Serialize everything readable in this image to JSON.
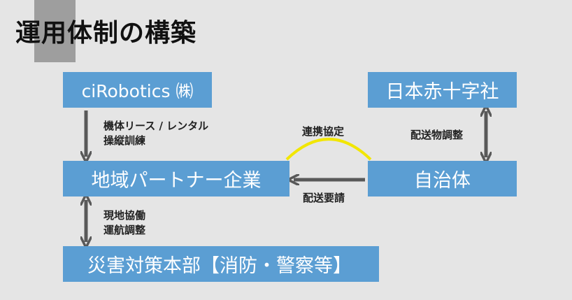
{
  "title": "運用体制の構築",
  "nodes": {
    "cirobotics": "ciRobotics ㈱",
    "redcross": "日本赤十字社",
    "partner": "地域パートナー企業",
    "city": "自治体",
    "hq": "災害対策本部【消防・警察等】"
  },
  "edges": {
    "lease": {
      "line1": "機体リース / レンタル",
      "line2": "操縦訓練"
    },
    "cooperation": "連携協定",
    "supply": "配送物調整",
    "request": "配送要請",
    "field": {
      "line1": "現地協働",
      "line2": "運航調整"
    }
  },
  "colors": {
    "box": "#5b9ed3",
    "arrow": "#595959",
    "arc": "#f2e600",
    "background": "#e5e5e5",
    "accent": "#9e9e9e"
  }
}
